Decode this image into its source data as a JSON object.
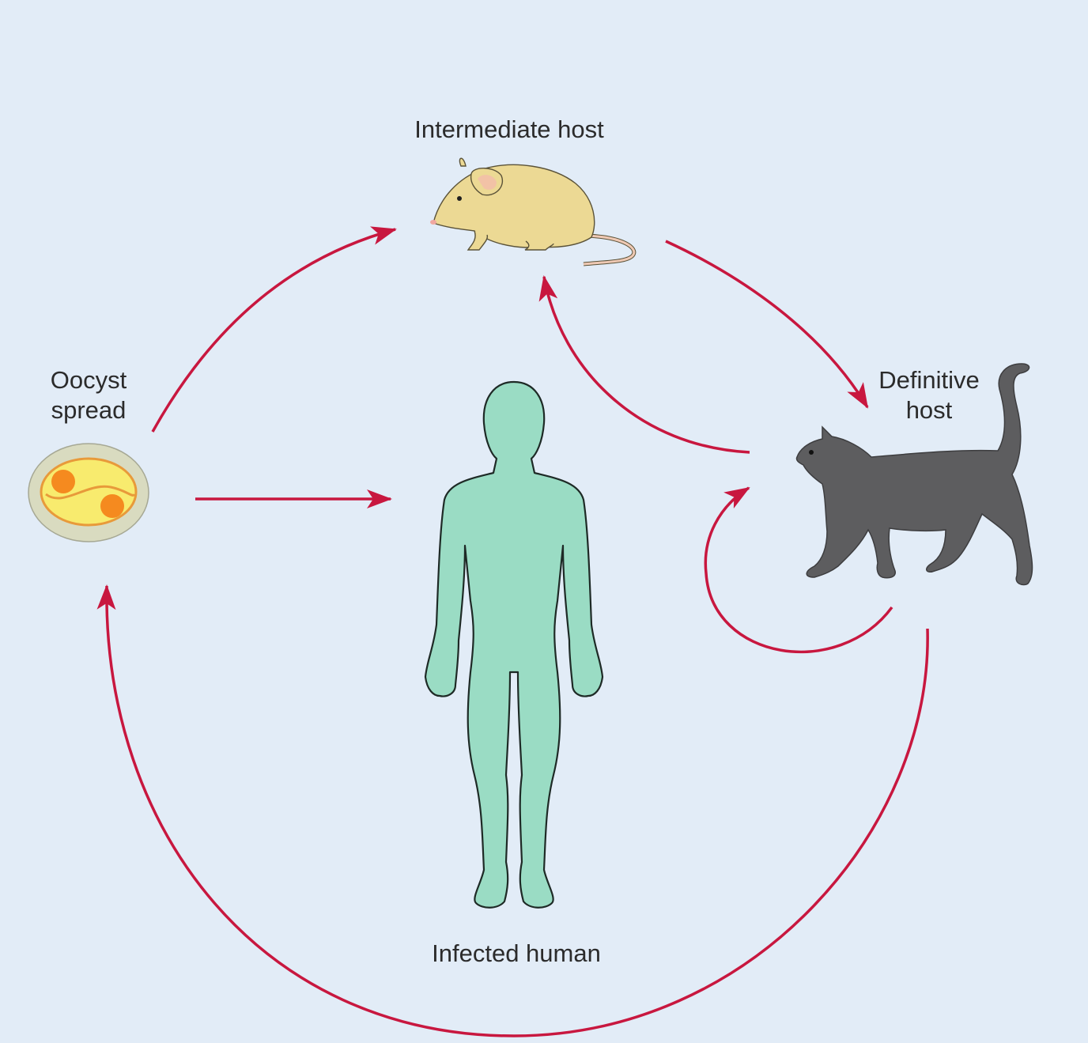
{
  "labels": {
    "intermediate_host": "Intermediate host",
    "oocyst_line1": "Oocyst",
    "oocyst_line2": "spread",
    "definitive_line1": "Definitive",
    "definitive_line2": "host",
    "infected_human": "Infected human"
  },
  "colors": {
    "background": "#e2ecf7",
    "arrow": "#c8173f",
    "human": "#9adcc4",
    "mouse": "#ecd994",
    "cat": "#5d5d5f",
    "oocyst_outer": "#d9dbc0",
    "oocyst_inner": "#f8eb6e",
    "oocyst_nuclei": "#f58a1f"
  },
  "icons": [
    "mouse-icon",
    "cat-icon",
    "oocyst-icon",
    "human-silhouette-icon"
  ]
}
